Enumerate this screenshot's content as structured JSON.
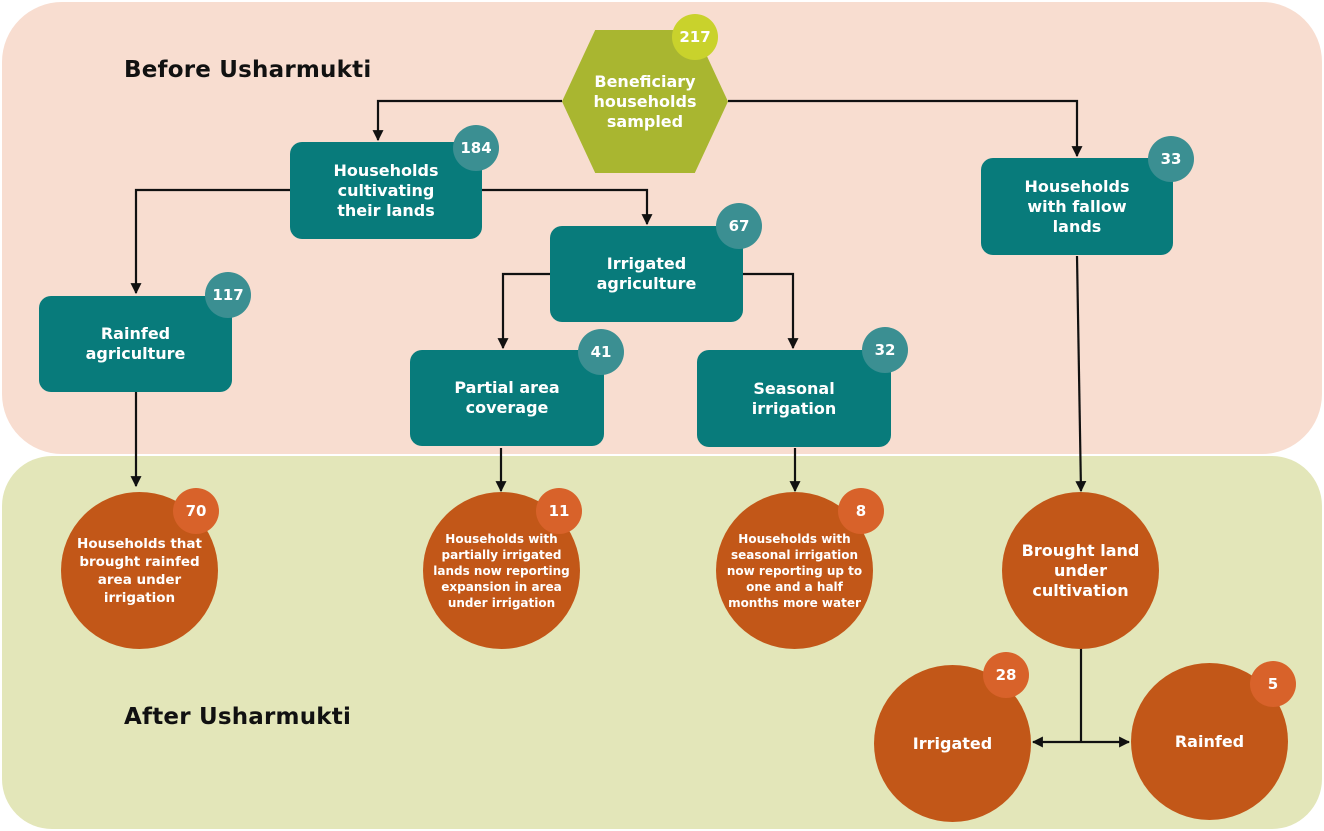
{
  "sections": {
    "before_title": "Before Usharmukti",
    "after_title": "After Usharmukti"
  },
  "nodes": {
    "beneficiary": {
      "label": "Beneficiary households sampled",
      "count": "217"
    },
    "cultivating": {
      "label": "Households cultivating their lands",
      "count": "184"
    },
    "fallow": {
      "label": "Households with fallow lands",
      "count": "33"
    },
    "rainfed_agri": {
      "label": "Rainfed agriculture",
      "count": "117"
    },
    "irrigated_agri": {
      "label": "Irrigated agriculture",
      "count": "67"
    },
    "partial": {
      "label": "Partial area coverage",
      "count": "41"
    },
    "seasonal": {
      "label": "Seasonal irrigation",
      "count": "32"
    },
    "rainfed_to_irrigation": {
      "label": "Households that brought rainfed area under irrigation",
      "count": "70"
    },
    "partial_expansion": {
      "label": "Households with partially irrigated lands now reporting expansion in area under irrigation",
      "count": "11"
    },
    "seasonal_more_water": {
      "label": "Households with seasonal irrigation now reporting up to one and a half months more water",
      "count": "8"
    },
    "brought_land": {
      "label": "Brought land under cultivation"
    },
    "irrigated": {
      "label": "Irrigated",
      "count": "28"
    },
    "rainfed": {
      "label": "Rainfed",
      "count": "5"
    }
  },
  "colors": {
    "before_bg": "#f8ddd0",
    "after_bg": "#e3e6b9",
    "teal_box": "#087b7b",
    "teal_badge": "#3b8f92",
    "orange_circle": "#c25718",
    "orange_badge": "#d8622a",
    "hexagon": "#a9b630",
    "hex_badge": "#c9d22c"
  }
}
